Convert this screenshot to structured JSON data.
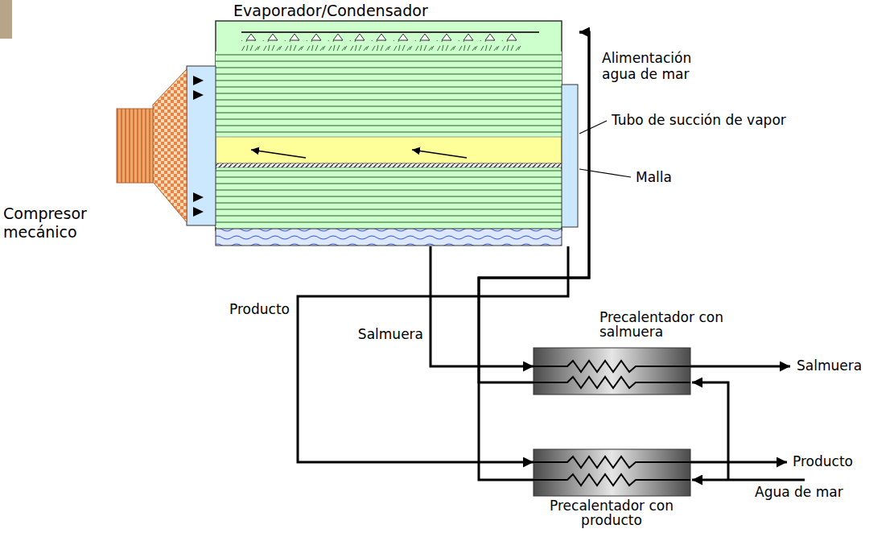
{
  "diagram": {
    "nodes": [
      {
        "text": [
          "Evaporador/Condensador"
        ]
      },
      {
        "text": [
          "Precalentador con salmuera"
        ]
      },
      {
        "text": [
          "Precalentador con producto"
        ]
      }
    ],
    "edges": [
      {
        "from": 0,
        "to": 1,
        "arrow": "to",
        "label": "Salmuera"
      },
      {
        "from": 0,
        "to": 2,
        "arrow": "to",
        "label": "Producto"
      },
      {
        "from": 1,
        "to": 0,
        "arrow": "to"
      },
      {
        "from": 2,
        "to": 0,
        "arrow": "to"
      }
    ],
    "labels": [
      "Alimentación agua de mar",
      "Tubo de succión de vapor",
      "Malla",
      "Compresor mecánico",
      "Salmuera",
      "Producto",
      "Agua de mar"
    ]
  }
}
